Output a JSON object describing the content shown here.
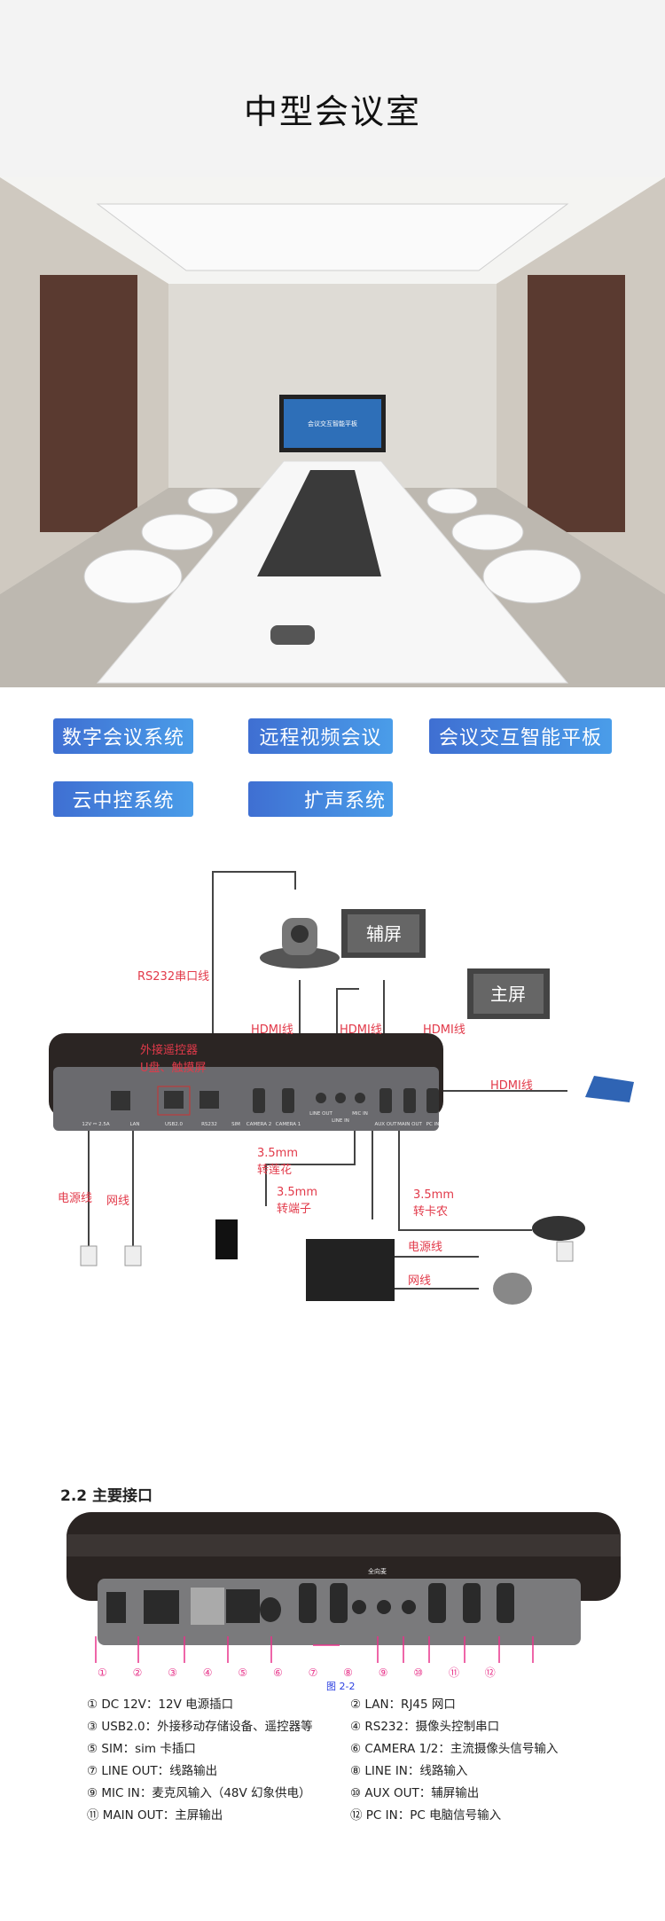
{
  "header": {
    "title": "中型会议室"
  },
  "photo": {
    "screen_text": "会议交互智能平板"
  },
  "features": [
    {
      "label": "数字会议系统"
    },
    {
      "label": "远程视频会议"
    },
    {
      "label": "会议交互智能平板"
    },
    {
      "label": "云中控系统"
    },
    {
      "label": "扩声系统"
    }
  ],
  "diagram": {
    "labels": {
      "rs232": "RS232串口线",
      "remote": "外接遥控器",
      "udisk": "U盘、触摸屏",
      "hdmi": "HDMI线",
      "aux_screen": "辅屏",
      "main_screen": "主屏",
      "lotus": "3.5mm\n转莲花",
      "terminal": "3.5mm\n转端子",
      "xlr": "3.5mm\n转卡农",
      "power": "电源线",
      "network": "网线"
    },
    "ports": [
      "12V ⎓ 2.5A",
      "LAN",
      "USB2.0",
      "RS232",
      "SIM",
      "CAMERA 2",
      "CAMERA 1",
      "LINE OUT",
      "LINE IN",
      "MIC IN",
      "AUX OUT",
      "MAIN OUT",
      "PC IN"
    ]
  },
  "interfaces": {
    "section_title": "2.2 主要接口",
    "group_label": "全向麦",
    "figure_caption": "图 2-2",
    "numbers": [
      "①",
      "②",
      "③",
      "④",
      "⑤",
      "⑥",
      "⑦",
      "⑧",
      "⑨",
      "⑩",
      "⑪",
      "⑫"
    ],
    "items": [
      "① DC 12V：12V 电源插口",
      "② LAN：RJ45 网口",
      "③ USB2.0：外接移动存储设备、遥控器等",
      "④ RS232：摄像头控制串口",
      "⑤ SIM：sim 卡插口",
      "⑥ CAMERA 1/2：主流摄像头信号输入",
      "⑦ LINE OUT：线路输出",
      "⑧ LINE IN：线路输入",
      "⑨ MIC IN：麦克风输入（48V 幻象供电）",
      "⑩ AUX OUT：辅屏输出",
      "⑪ MAIN OUT：主屏输出",
      "⑫ PC IN：PC 电脑信号输入"
    ]
  },
  "colors": {
    "accent": "#4a8be0",
    "label_red": "#e23a4a",
    "pink": "#e8338a"
  }
}
